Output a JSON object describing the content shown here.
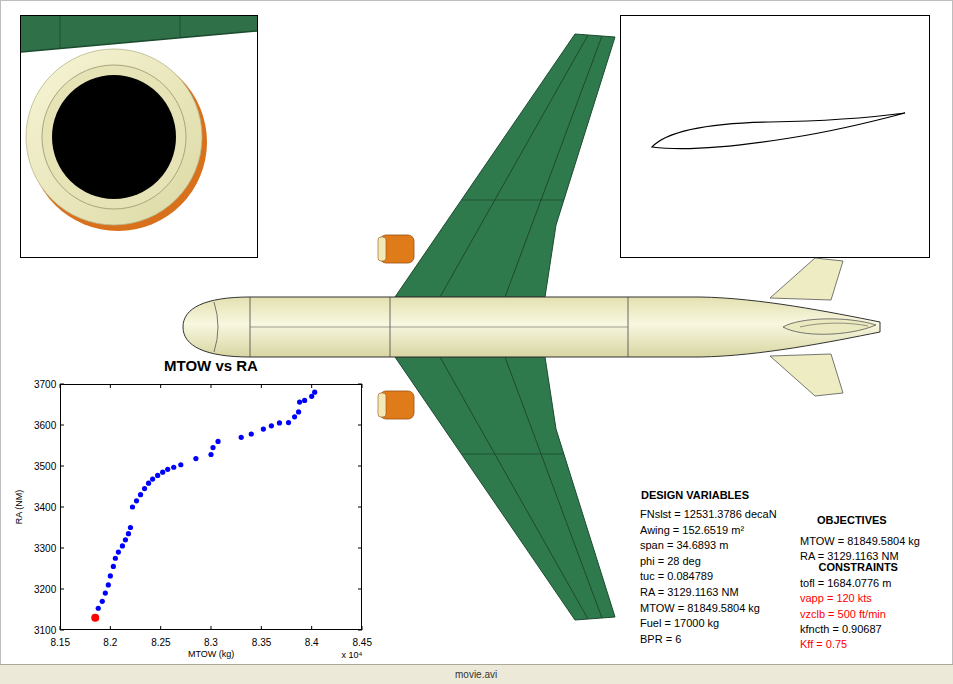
{
  "diagram": {
    "labels": [
      "MTOW vs RA",
      "3700",
      "3600",
      "3500",
      "3400",
      "3300",
      "3200",
      "3100",
      "8.15",
      "8.2",
      "8.25",
      "8.3",
      "8.35",
      "8.4",
      "8.45",
      "RA (NM)",
      "MTOW (kg)",
      "x 10⁴",
      "DESIGN VARIABLES",
      "FNslst = 12531.3786 decaN",
      "Awing = 152.6519 m²",
      "span = 34.6893 m",
      "phi = 28 deg",
      "tuc = 0.084789",
      "RA = 3129.1163 NM",
      "MTOW = 81849.5804 kg",
      "Fuel = 17000 kg",
      "BPR = 6",
      "OBJECTIVES",
      "MTOW = 81849.5804 kg",
      "RA = 3129.1163 NM",
      "CONSTRAINTS",
      "tofl = 1684.0776 m",
      "vapp = 120 kts",
      "vzclb = 500 ft/min",
      "kfncth = 0.90687",
      "Kff = 0.75",
      "movie.avi"
    ]
  }
}
